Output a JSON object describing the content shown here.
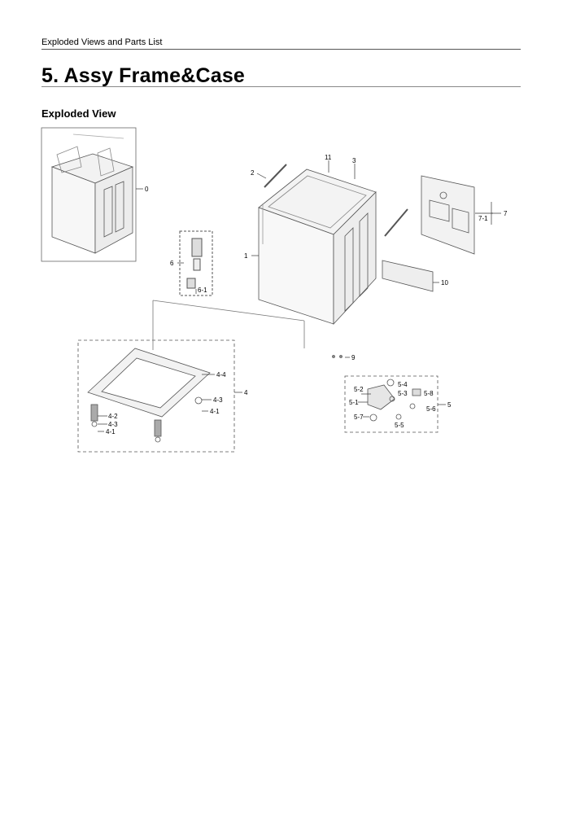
{
  "header": {
    "text": "Exploded Views and Parts List"
  },
  "title": "5.  Assy Frame&Case",
  "section": "Exploded View",
  "callouts": {
    "c0": "0",
    "c1": "1",
    "c2": "2",
    "c3": "3",
    "c11": "11",
    "c4": "4",
    "c4_1a": "4-1",
    "c4_1b": "4-1",
    "c4_2": "4-2",
    "c4_3a": "4-3",
    "c4_3b": "4-3",
    "c4_4": "4-4",
    "c5": "5",
    "c5_1": "5-1",
    "c5_2": "5-2",
    "c5_3": "5-3",
    "c5_4": "5-4",
    "c5_5": "5-5",
    "c5_6": "5-6",
    "c5_7": "5-7",
    "c5_8": "5-8",
    "c6": "6",
    "c6_1": "6-1",
    "c7": "7",
    "c7_1": "7-1",
    "c9": "9",
    "c10": "10"
  }
}
